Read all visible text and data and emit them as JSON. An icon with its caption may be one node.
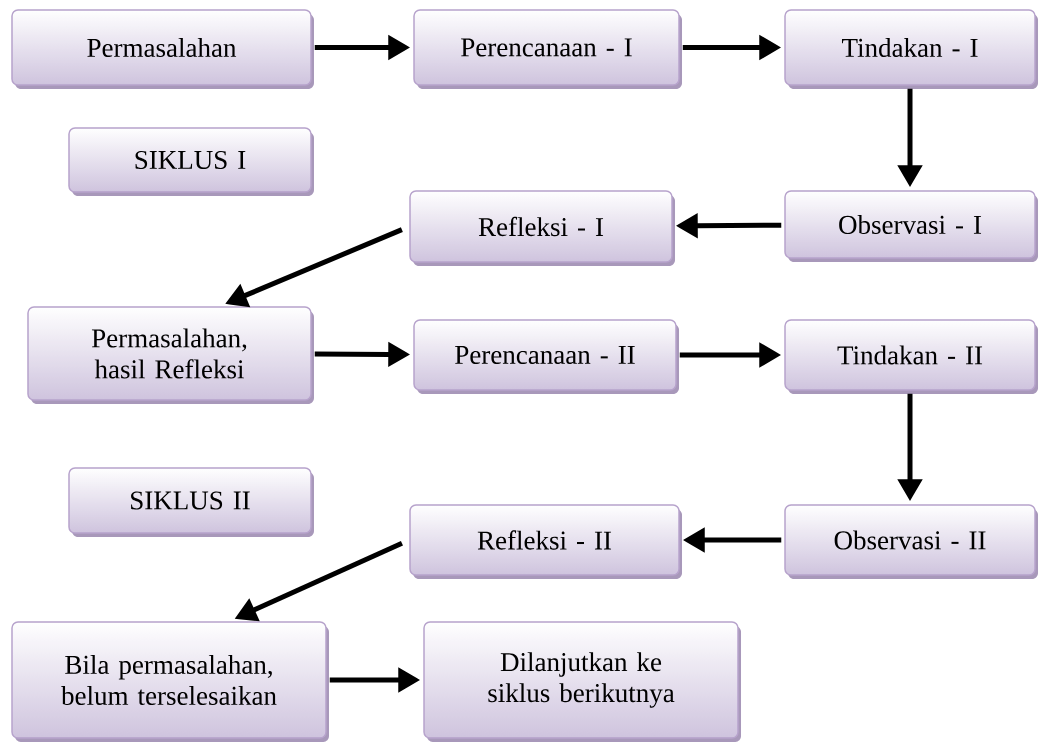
{
  "diagram": {
    "nodes": [
      {
        "text": [
          "Permasalahan"
        ]
      },
      {
        "text": [
          "Perencanaan - I"
        ]
      },
      {
        "text": [
          "Tindakan - I"
        ]
      },
      {
        "text": [
          "SIKLUS I"
        ]
      },
      {
        "text": [
          "Refleksi - I"
        ]
      },
      {
        "text": [
          "Observasi - I"
        ]
      },
      {
        "text": [
          "Permasalahan, hasil Refleksi"
        ]
      },
      {
        "text": [
          "Perencanaan - II"
        ]
      },
      {
        "text": [
          "Tindakan - II"
        ]
      },
      {
        "text": [
          "SIKLUS II"
        ]
      },
      {
        "text": [
          "Refleksi - II"
        ]
      },
      {
        "text": [
          "Observasi - II"
        ]
      },
      {
        "text": [
          "Bila permasalahan, belum terselesaikan"
        ]
      },
      {
        "text": [
          "Dilanjutkan ke siklus berikutnya"
        ]
      }
    ],
    "edges": [
      {
        "from": 0,
        "to": 1,
        "arrow": "to"
      },
      {
        "from": 1,
        "to": 2,
        "arrow": "to"
      },
      {
        "from": 2,
        "to": 5,
        "arrow": "to"
      },
      {
        "from": 5,
        "to": 4,
        "arrow": "to"
      },
      {
        "from": 4,
        "to": 6,
        "arrow": "to"
      },
      {
        "from": 6,
        "to": 7,
        "arrow": "to"
      },
      {
        "from": 7,
        "to": 8,
        "arrow": "to"
      },
      {
        "from": 8,
        "to": 11,
        "arrow": "to"
      },
      {
        "from": 11,
        "to": 10,
        "arrow": "to"
      },
      {
        "from": 10,
        "to": 12,
        "arrow": "to"
      },
      {
        "from": 12,
        "to": 13,
        "arrow": "to"
      }
    ]
  }
}
